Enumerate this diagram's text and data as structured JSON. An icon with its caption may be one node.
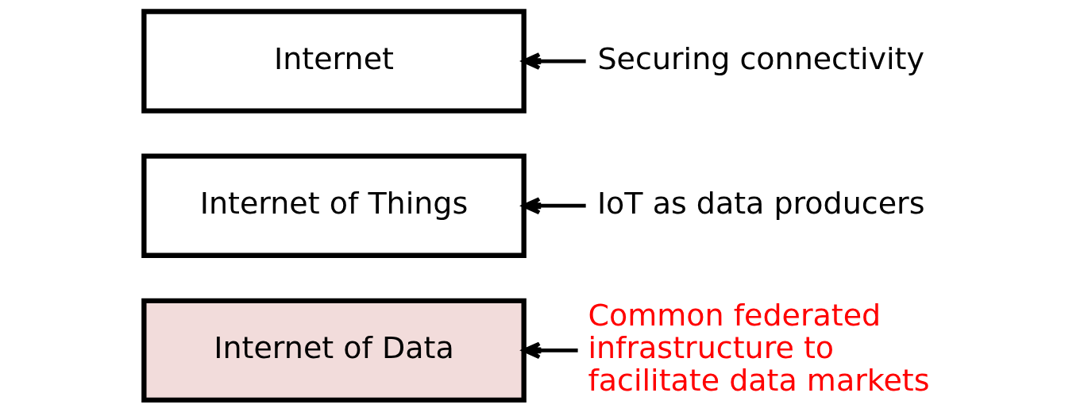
{
  "diagram": {
    "nodes": [
      {
        "text": [
          "Internet of Data"
        ]
      },
      {
        "text": [
          "Internet of Things"
        ]
      },
      {
        "text": [
          "Internet"
        ]
      },
      {
        "text": [
          "Common federated infrastructure to facilitate data markets"
        ]
      },
      {
        "text": [
          "IoT as data producers"
        ]
      },
      {
        "text": [
          "Securing connectivity"
        ]
      }
    ],
    "edges": [
      {
        "from": 3,
        "to": 0,
        "arrow": "to"
      },
      {
        "from": 4,
        "to": 1,
        "arrow": "to"
      },
      {
        "from": 5,
        "to": 2,
        "arrow": "to"
      }
    ]
  }
}
